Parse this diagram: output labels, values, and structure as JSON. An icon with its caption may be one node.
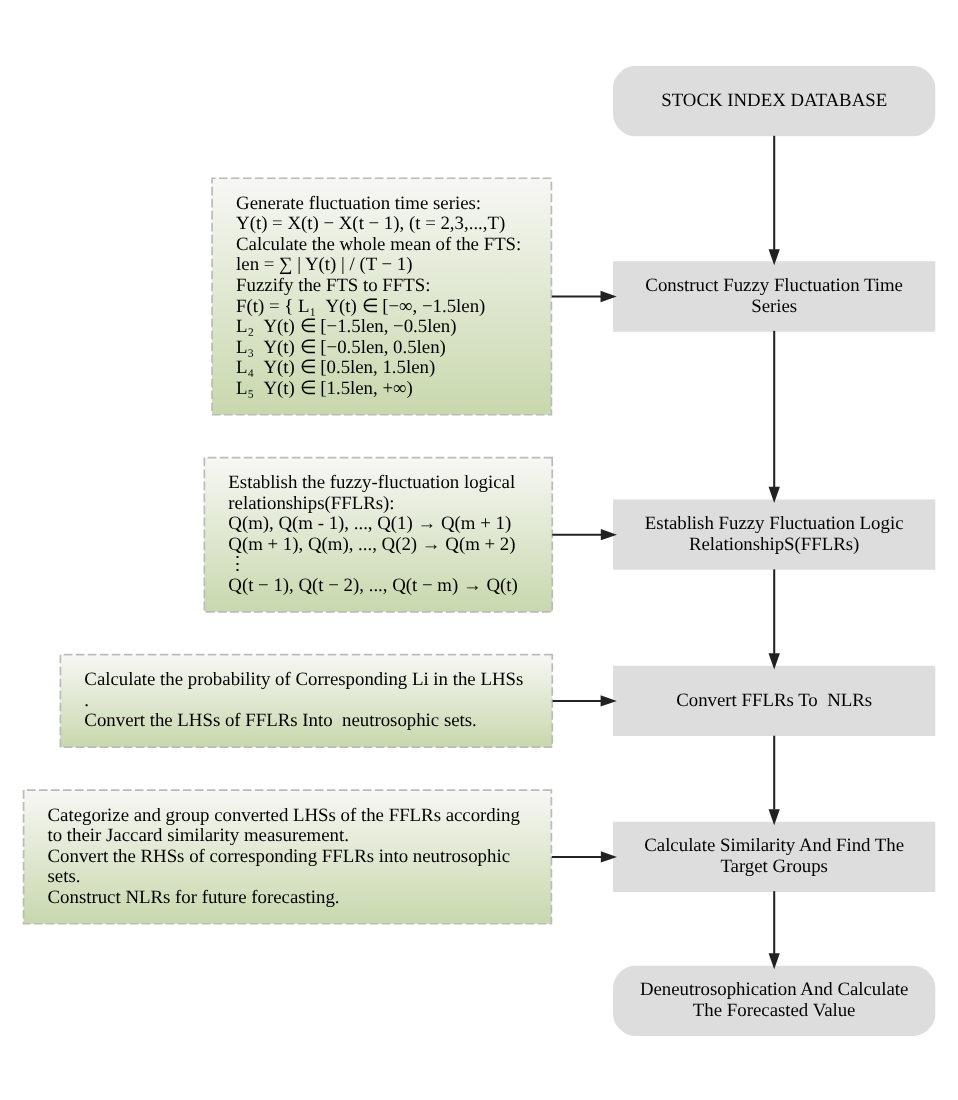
{
  "diagram": {
    "nodes": [
      {
        "text": [
          "Generate fluctuation time series:",
          "Y(t) = X(t) − X(t − 1), (t = 2,3,...,T)",
          "Calculate the whole mean of the FTS:",
          "len = ∑ | Y(t) | / (T − 1)",
          "Fuzzify the FTS to FFTS:",
          "F(t) = { L₁  Y(t) ∈ [−∞, −1.5len)",
          "L₂  Y(t) ∈ [−1.5len, −0.5len)",
          "L₃  Y(t) ∈ [−0.5len, 0.5len)",
          "L₄  Y(t) ∈ [0.5len, 1.5len)",
          "L₅  Y(t) ∈ [1.5len, +∞)"
        ]
      },
      {
        "text": [
          "STOCK INDEX DATABASE"
        ]
      },
      {
        "text": [
          "Construct Fuzzy Fluctuation Time Series"
        ]
      },
      {
        "text": [
          "Establish the fuzzy-fluctuation logical relationships(FFLRs):",
          "Q(m), Q(m - 1), ..., Q(1) → Q(m + 1)",
          "Q(m + 1), Q(m), ..., Q(2) → Q(m + 2)",
          "⋮",
          "Q(t − 1), Q(t − 2), ..., Q(t − m) → Q(t)"
        ]
      },
      {
        "text": [
          "Establish Fuzzy Fluctuation Logic RelationshipS(FFLRs)"
        ]
      },
      {
        "text": [
          "Calculate the probability of Corresponding Li in the LHSs .",
          "Convert the LHSs of FFLRs Into  neutrosophic sets."
        ]
      },
      {
        "text": [
          "Convert FFLRs To  NLRs"
        ]
      },
      {
        "text": [
          "Categorize and group converted LHSs of the FFLRs according to their Jaccard similarity measurement.",
          "Convert the RHSs of corresponding FFLRs into neutrosophic sets.",
          "Construct NLRs for future forecasting."
        ]
      },
      {
        "text": [
          "Calculate Similarity And Find The Target Groups"
        ]
      },
      {
        "text": [
          "Deneutrosophication And Calculate The Forecasted Value"
        ]
      }
    ],
    "edges": [
      {
        "from": 1,
        "to": 2,
        "arrow": "to"
      },
      {
        "from": 0,
        "to": 2,
        "arrow": "to"
      },
      {
        "from": 2,
        "to": 4,
        "arrow": "to"
      },
      {
        "from": 3,
        "to": 4,
        "arrow": "to"
      },
      {
        "from": 4,
        "to": 6,
        "arrow": "to"
      },
      {
        "from": 5,
        "to": 6,
        "arrow": "to"
      },
      {
        "from": 6,
        "to": 8,
        "arrow": "to"
      },
      {
        "from": 7,
        "to": 8,
        "arrow": "to"
      },
      {
        "from": 8,
        "to": 9,
        "arrow": "to"
      }
    ]
  }
}
